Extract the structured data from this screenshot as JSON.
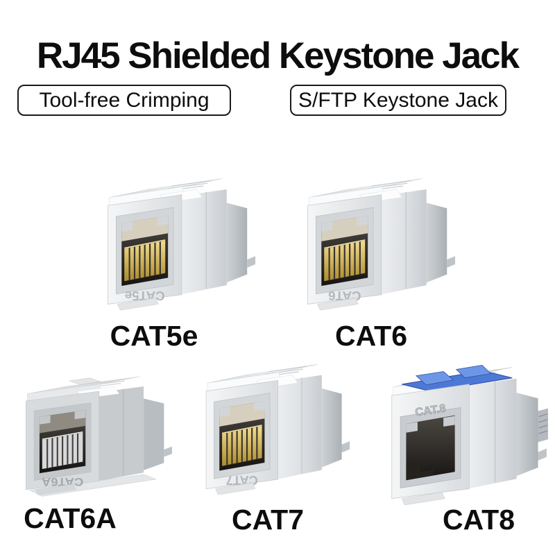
{
  "title": "RJ45 Shielded Keystone Jack",
  "badges": [
    {
      "label": "Tool-free Crimping"
    },
    {
      "label": "S/FTP Keystone Jack"
    }
  ],
  "products": [
    {
      "id": "cat5e",
      "label": "CAT5e",
      "engraving": "CAT5e"
    },
    {
      "id": "cat6",
      "label": "CAT6",
      "engraving": "CAT6"
    },
    {
      "id": "cat6a",
      "label": "CAT6A",
      "engraving": "CAT6A"
    },
    {
      "id": "cat7",
      "label": "CAT7",
      "engraving": "CAT7"
    },
    {
      "id": "cat8",
      "label": "CAT8",
      "engraving": "CAT.8"
    }
  ],
  "colors": {
    "background": "#ffffff",
    "text": "#0d0d0d",
    "badge_border": "#1a1a1a",
    "jack_silver": "#e8eaec",
    "jack_gray_cat6a": "#c9ccce",
    "gold_pins": "#d2ac45",
    "cat8_latch_blue": "#4d79d6",
    "port_dark": "#26231f"
  }
}
